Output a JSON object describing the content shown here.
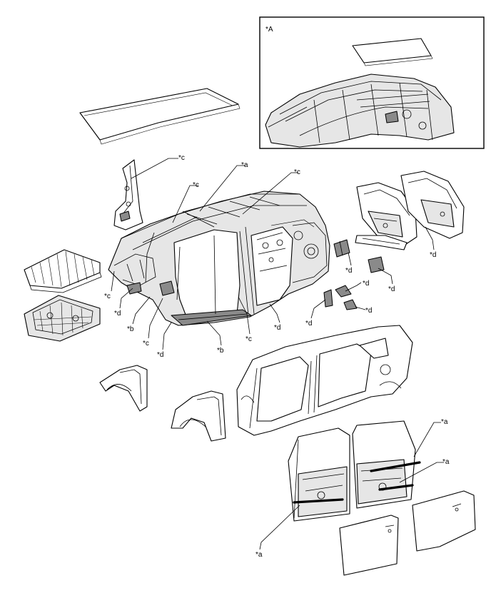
{
  "inset": {
    "label": "*A"
  },
  "callouts": {
    "a1": "*a",
    "a2": "*a",
    "a3": "*a",
    "a4": "*a",
    "b1": "*b",
    "b2": "*b",
    "c1": "*c",
    "c2": "*c",
    "c3": "*c",
    "c4": "*c",
    "c5": "*c",
    "c6": "*c",
    "d1": "*d",
    "d2": "*d",
    "d3": "*d",
    "d4": "*d",
    "d5": "*d",
    "d6": "*d",
    "d7": "*d",
    "d8": "*d",
    "d9": "*d"
  },
  "colors": {
    "line": "#000000",
    "fill": "#ffffff",
    "shade": "#8a8a8a"
  }
}
